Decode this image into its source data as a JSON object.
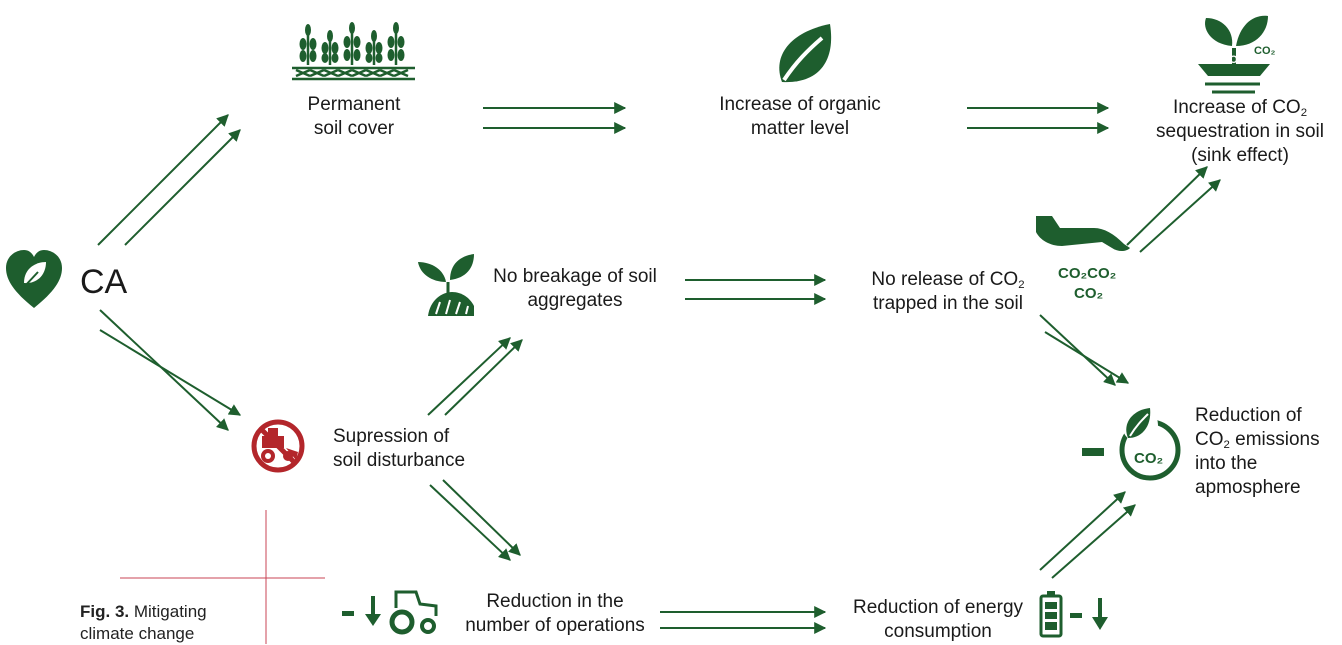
{
  "ca_label": "CA",
  "nodes": {
    "soil_cover": {
      "line1": "Permanent",
      "line2": "soil cover"
    },
    "organic": {
      "line1": "Increase of organic",
      "line2": "matter level"
    },
    "sequestration": {
      "line1_pre": "Increase of CO",
      "sub": "2",
      "line2": "sequestration in soil",
      "line3": "(sink effect)"
    },
    "aggregates": {
      "line1": "No breakage of soil",
      "line2": "aggregates"
    },
    "no_release": {
      "line1_pre": "No release of CO",
      "sub": "2",
      "line2": "trapped in the soil"
    },
    "suppression": {
      "line1": "Supression of",
      "line2": "soil disturbance"
    },
    "emissions": {
      "line1": "Reduction of",
      "line2_pre": "CO",
      "sub": "2",
      "line2_post": " emissions",
      "line3": "into the",
      "line4": "apmosphere"
    },
    "operations": {
      "line1": "Reduction in the",
      "line2": "number of operations"
    },
    "energy": {
      "line1": "Reduction of energy",
      "line2": "consumption"
    }
  },
  "icon_text": {
    "co2_cloud_1": "CO₂CO₂",
    "co2_cloud_2": "CO₂",
    "hand_co2_row1": "CO₂CO₂",
    "hand_co2_row2": "CO₂",
    "leaf_badge": "CO₂"
  },
  "caption": {
    "bold": "Fig. 3.",
    "rest": " Mitigating",
    "line2": "climate change"
  },
  "icons": [
    "heart-leaf-icon",
    "wheat-field-icon",
    "leaf-icon",
    "co2-plant-icon",
    "sprout-icon",
    "hand-co2-icon",
    "no-tractor-icon",
    "leaf-co2-icon",
    "tractor-icon",
    "battery-icon",
    "down-arrow-icon",
    "minus-icon"
  ],
  "colors": {
    "accent": "#1e5e2e",
    "prohibit": "#b3262b",
    "guide_line": "#c94455"
  }
}
